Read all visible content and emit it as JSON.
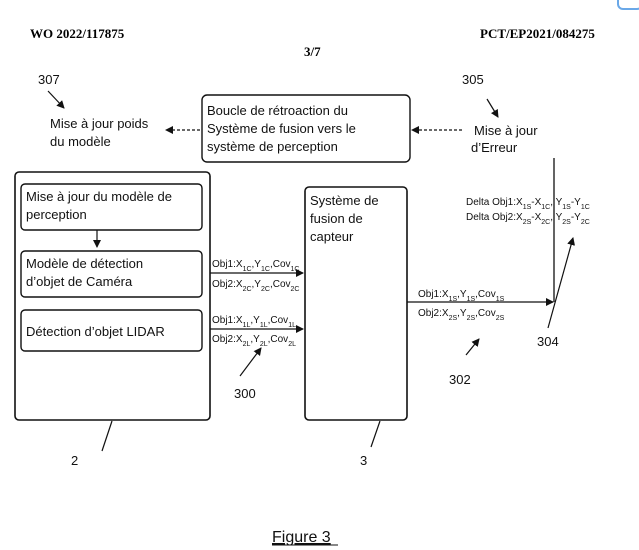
{
  "header": {
    "left": "WO 2022/117875",
    "right": "PCT/EP2021/084275",
    "page": "3/7"
  },
  "refs": {
    "r307": "307",
    "r305": "305",
    "r300": "300",
    "r302": "302",
    "r304": "304",
    "r2": "2",
    "r3": "3"
  },
  "labels": {
    "weights_l1": "Mise à jour poids",
    "weights_l2": "du modèle",
    "error_l1": "Mise à jour",
    "error_l2": "d’Erreur"
  },
  "boxes": {
    "feedback_l1": "Boucle de rétroaction du",
    "feedback_l2": "Système de fusion vers le",
    "feedback_l3": "système de perception",
    "update_l1": "Mise à jour du modèle de",
    "update_l2": "perception",
    "camera_l1": "Modèle de détection",
    "camera_l2": "d’objet de Caméra",
    "lidar": "Détection d’objet LIDAR",
    "fusion_l1": "Système de",
    "fusion_l2": "fusion de",
    "fusion_l3": "capteur"
  },
  "signals": {
    "cam_obj1": "Obj1:X1C,Y1C,Cov1C",
    "cam_obj2": "Obj2:X2C,Y2C,Cov2C",
    "lidar_obj1": "Obj1:X1L,Y1L,Cov1L",
    "lidar_obj2": "Obj2:X2L,Y2L,Cov2L",
    "fused_obj1": "Obj1:X1S,Y1S,Cov1S",
    "fused_obj2": "Obj2:X2S,Y2S,Cov2S",
    "delta1": "Delta Obj1:X1S-X1C, Y1S-Y1C",
    "delta2": "Delta Obj2:X2S-X2C, Y2S-Y2C"
  },
  "caption": "Figure 3"
}
